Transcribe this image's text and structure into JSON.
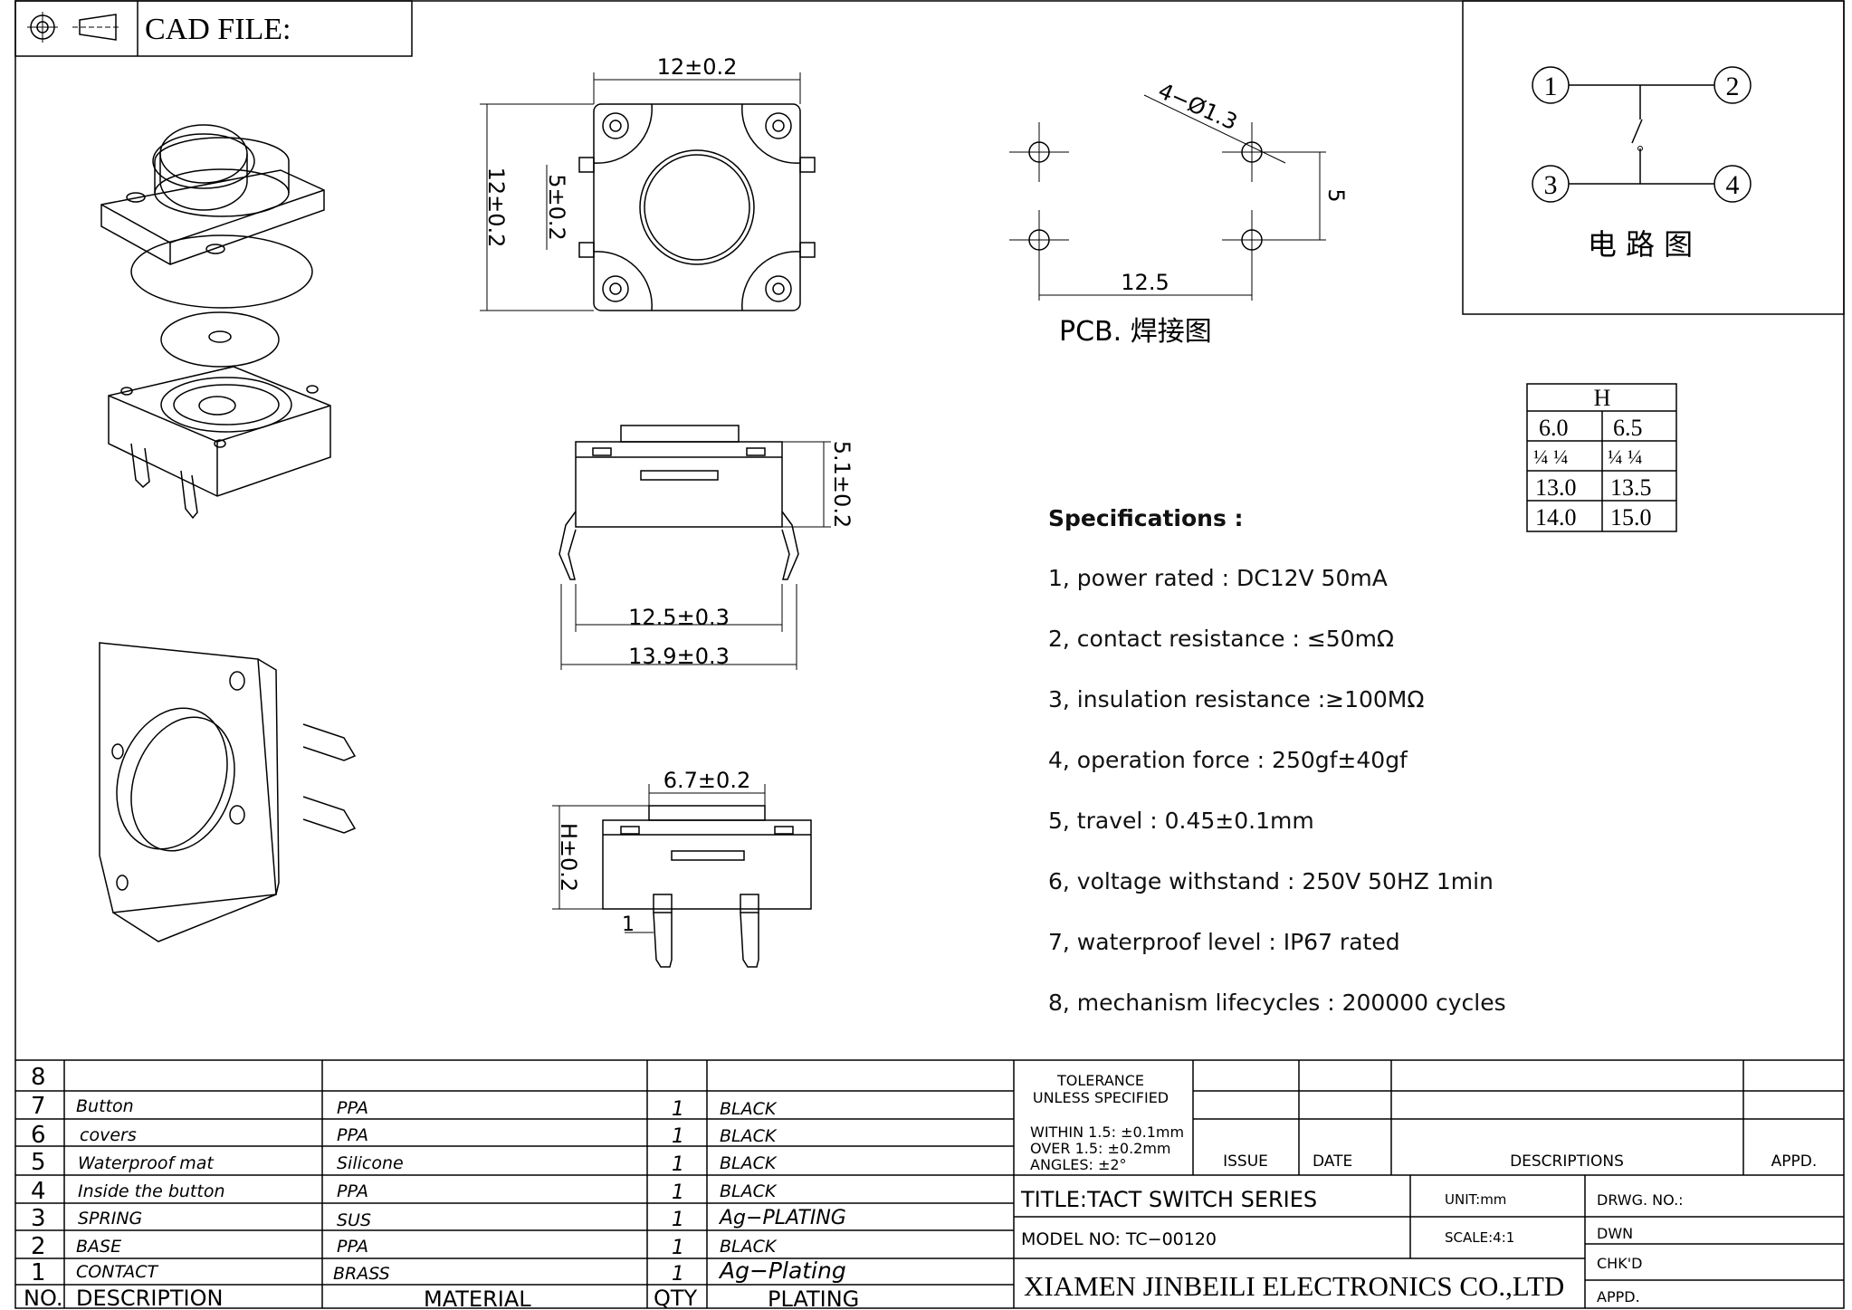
{
  "header": {
    "cad_label": "CAD FILE:"
  },
  "circuit": {
    "pins": [
      "1",
      "2",
      "3",
      "4"
    ],
    "caption": "电 路 图"
  },
  "pcb": {
    "caption": "PCB. 焊接图",
    "hole_label": "4−Ø1.3",
    "width_label": "12.5",
    "height_label": "5"
  },
  "dimensions": {
    "top_width": "12±0.2",
    "top_height": "12±0.2",
    "lead_spacing": "5±0.2",
    "side_height": "5.1±0.2",
    "lead_inner": "12.5±0.3",
    "lead_outer": "13.9±0.3",
    "cap_width": "6.7±0.2",
    "total_height": "H±0.2",
    "lead_width": "1"
  },
  "h_table": {
    "header": "H",
    "rows": [
      [
        "6.0",
        "6.5"
      ],
      [
        "¼ ¼",
        "¼ ¼"
      ],
      [
        "13.0",
        "13.5"
      ],
      [
        "14.0",
        "15.0"
      ]
    ]
  },
  "specifications": {
    "title": "Specifications :",
    "items": [
      "1, power rated : DC12V 50mA",
      "2, contact resistance : ≤50mΩ",
      "3, insulation resistance :≥100MΩ",
      "4, operation force : 250gf±40gf",
      "5, travel : 0.45±0.1mm",
      "6, voltage withstand : 250V 50HZ 1min",
      "7, waterproof level : IP67 rated",
      "8, mechanism lifecycles : 200000 cycles"
    ]
  },
  "bom": {
    "rows": [
      {
        "no": "8",
        "description": "",
        "material": "",
        "qty": "",
        "plating": ""
      },
      {
        "no": "7",
        "description": "Button",
        "material": "PPA",
        "qty": "1",
        "plating": "BLACK"
      },
      {
        "no": "6",
        "description": "covers",
        "material": "PPA",
        "qty": "1",
        "plating": "BLACK"
      },
      {
        "no": "5",
        "description": "Waterproof mat",
        "material": "Silicone",
        "qty": "1",
        "plating": "BLACK"
      },
      {
        "no": "4",
        "description": "Inside the button",
        "material": "PPA",
        "qty": "1",
        "plating": "BLACK"
      },
      {
        "no": "3",
        "description": "SPRING",
        "material": "SUS",
        "qty": "1",
        "plating": "Ag−PLATING"
      },
      {
        "no": "2",
        "description": "BASE",
        "material": "PPA",
        "qty": "1",
        "plating": "BLACK"
      },
      {
        "no": "1",
        "description": "CONTACT",
        "material": "BRASS",
        "qty": "1",
        "plating": "Ag−Plating"
      }
    ],
    "headers": {
      "no": "NO.",
      "description": "DESCRIPTION",
      "material": "MATERIAL",
      "qty": "QTY",
      "plating": "PLATING"
    }
  },
  "title_block": {
    "tolerance_1": "TOLERANCE",
    "tolerance_2": "UNLESS SPECIFIED",
    "within": "WITHIN 1.5: ±0.1mm",
    "over": "OVER 1.5: ±0.2mm",
    "angles": "ANGLES: ±2°",
    "issue": "ISSUE",
    "date": "DATE",
    "descriptions": "DESCRIPTIONS",
    "appd": "APPD.",
    "title": "TITLE:TACT SWITCH SERIES",
    "unit": "UNIT:mm",
    "drwg_no": "DRWG. NO.:",
    "model": "MODEL NO: TC−00120",
    "scale": "SCALE:4:1",
    "dwn": "DWN",
    "chkd": "CHK'D",
    "appd2": "APPD.",
    "company": "XIAMEN JINBEILI ELECTRONICS CO.,LTD"
  }
}
